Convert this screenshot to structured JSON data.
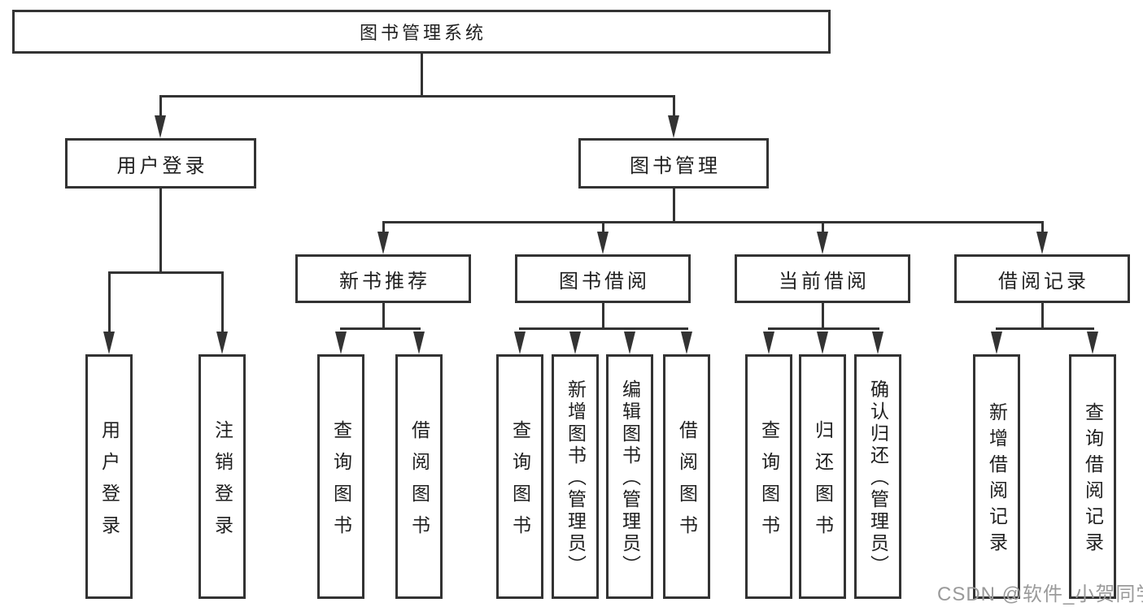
{
  "colors": {
    "line": "#333333",
    "text": "#1f1f1f",
    "box-bg": "#ffffff",
    "bg": "#ffffff",
    "watermark": "#9a9a9a"
  },
  "watermark": {
    "text": "CSDN @软件_小贺同学"
  },
  "tree": {
    "label": "图书管理系统",
    "children": [
      {
        "label": "用户登录",
        "children": [
          {
            "label": "用户登录"
          },
          {
            "label": "注销登录"
          }
        ]
      },
      {
        "label": "图书管理",
        "children": [
          {
            "label": "新书推荐",
            "children": [
              {
                "label": "查询图书"
              },
              {
                "label": "借阅图书"
              }
            ]
          },
          {
            "label": "图书借阅",
            "children": [
              {
                "label": "查询图书"
              },
              {
                "label": "新增图书（管理员）"
              },
              {
                "label": "编辑图书（管理员）"
              },
              {
                "label": "借阅图书"
              }
            ]
          },
          {
            "label": "当前借阅",
            "children": [
              {
                "label": "查询图书"
              },
              {
                "label": "归还图书"
              },
              {
                "label": "确认归还（管理员）"
              }
            ]
          },
          {
            "label": "借阅记录",
            "children": [
              {
                "label": "新增借阅记录"
              },
              {
                "label": "查询借阅记录"
              }
            ]
          }
        ]
      }
    ]
  }
}
